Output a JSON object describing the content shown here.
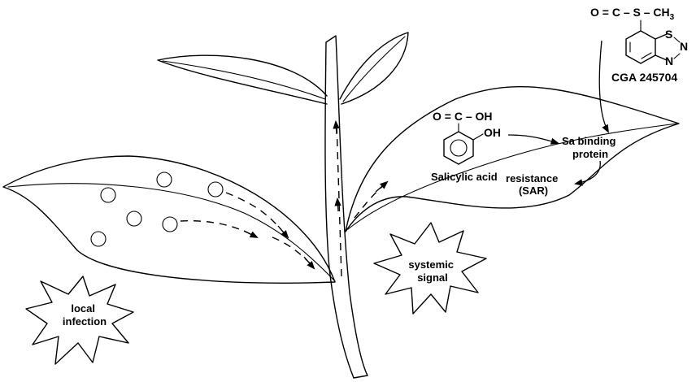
{
  "labels": {
    "local_infection": [
      "local",
      "infection"
    ],
    "systemic_signal": [
      "systemic",
      "signal"
    ],
    "salicylic_acid": "Salicylic acid",
    "sa_binding_protein": [
      "Sa binding",
      "protein"
    ],
    "resistance": [
      "resistance",
      "(SAR)"
    ],
    "cga": "CGA 245704"
  },
  "chem": {
    "sa_carboxyl": "O = C – OH",
    "sa_hydroxyl": "OH",
    "cga_thioester": "O = C – S – CH",
    "cga_subscript": "3",
    "cga_s": "S",
    "cga_n1": "N",
    "cga_n2": "N"
  }
}
